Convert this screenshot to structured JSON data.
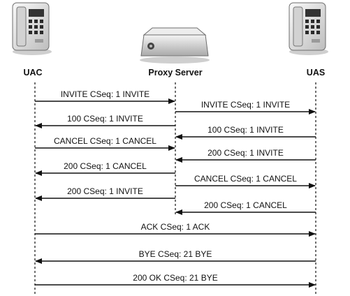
{
  "endpoints": {
    "uac": "UAC",
    "proxy": "Proxy Server",
    "uas": "UAS"
  },
  "messages": [
    {
      "label": "INVITE CSeq: 1 INVITE",
      "from": "uac",
      "to": "proxy"
    },
    {
      "label": "INVITE CSeq: 1 INVITE",
      "from": "proxy",
      "to": "uas"
    },
    {
      "label": "100 CSeq: 1 INVITE",
      "from": "proxy",
      "to": "uac"
    },
    {
      "label": "100 CSeq: 1 INVITE",
      "from": "uas",
      "to": "proxy"
    },
    {
      "label": "CANCEL CSeq: 1 CANCEL",
      "from": "uac",
      "to": "proxy"
    },
    {
      "label": "200 CSeq: 1 INVITE",
      "from": "uas",
      "to": "proxy"
    },
    {
      "label": "200 CSeq: 1 CANCEL",
      "from": "proxy",
      "to": "uac"
    },
    {
      "label": "CANCEL CSeq: 1 CANCEL",
      "from": "proxy",
      "to": "uas"
    },
    {
      "label": "200 CSeq: 1 INVITE",
      "from": "proxy",
      "to": "uac"
    },
    {
      "label": "200 CSeq: 1 CANCEL",
      "from": "uas",
      "to": "proxy"
    },
    {
      "label": "ACK CSeq: 1 ACK",
      "from": "uac",
      "to": "uas"
    },
    {
      "label": "BYE CSeq: 21 BYE",
      "from": "uas",
      "to": "uac"
    },
    {
      "label": "200 OK CSeq: 21 BYE",
      "from": "uac",
      "to": "uas"
    }
  ],
  "colors": {
    "line": "#111111",
    "device_body": "#e6e6e6",
    "device_shadow": "#8c8c8c"
  }
}
